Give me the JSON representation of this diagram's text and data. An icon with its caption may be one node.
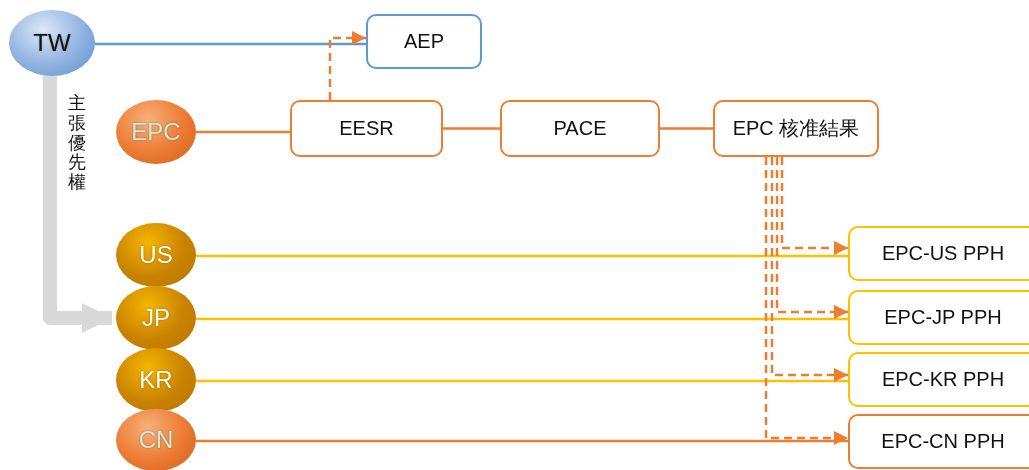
{
  "diagram": {
    "nodes": [
      {
        "text": [
          "TW"
        ]
      },
      {
        "text": [
          "AEP"
        ]
      },
      {
        "text": [
          "EPC"
        ]
      },
      {
        "text": [
          "EESR"
        ]
      },
      {
        "text": [
          "PACE"
        ]
      },
      {
        "text": [
          "EPC 核准結果"
        ]
      },
      {
        "text": [
          "US"
        ]
      },
      {
        "text": [
          "JP"
        ]
      },
      {
        "text": [
          "KR"
        ]
      },
      {
        "text": [
          "CN"
        ]
      },
      {
        "text": [
          "EPC-US PPH"
        ]
      },
      {
        "text": [
          "EPC-JP PPH"
        ]
      },
      {
        "text": [
          "EPC-KR PPH"
        ]
      },
      {
        "text": [
          "EPC-CN PPH"
        ]
      }
    ],
    "edges": [
      {
        "from": 0,
        "to": 1,
        "arrow": "none",
        "color": "#5b9bd5"
      },
      {
        "from": 0,
        "to": 7,
        "arrow": "to",
        "label": "主張優先權",
        "style": "thick",
        "color": "#d9d9d9"
      },
      {
        "from": 2,
        "to": 3,
        "arrow": "none"
      },
      {
        "from": 3,
        "to": 1,
        "arrow": "to",
        "style": "dashed"
      },
      {
        "from": 3,
        "to": 4,
        "arrow": "none"
      },
      {
        "from": 4,
        "to": 5,
        "arrow": "none"
      },
      {
        "from": 6,
        "to": 10,
        "arrow": "none",
        "color": "#ffc000"
      },
      {
        "from": 7,
        "to": 11,
        "arrow": "none",
        "color": "#ffc000"
      },
      {
        "from": 8,
        "to": 12,
        "arrow": "none",
        "color": "#ffc000"
      },
      {
        "from": 9,
        "to": 13,
        "arrow": "none"
      },
      {
        "from": 5,
        "to": 10,
        "arrow": "to",
        "style": "dashed"
      },
      {
        "from": 5,
        "to": 11,
        "arrow": "to",
        "style": "dashed"
      },
      {
        "from": 5,
        "to": 12,
        "arrow": "to",
        "style": "dashed"
      },
      {
        "from": 5,
        "to": 13,
        "arrow": "to",
        "style": "dashed"
      }
    ]
  }
}
